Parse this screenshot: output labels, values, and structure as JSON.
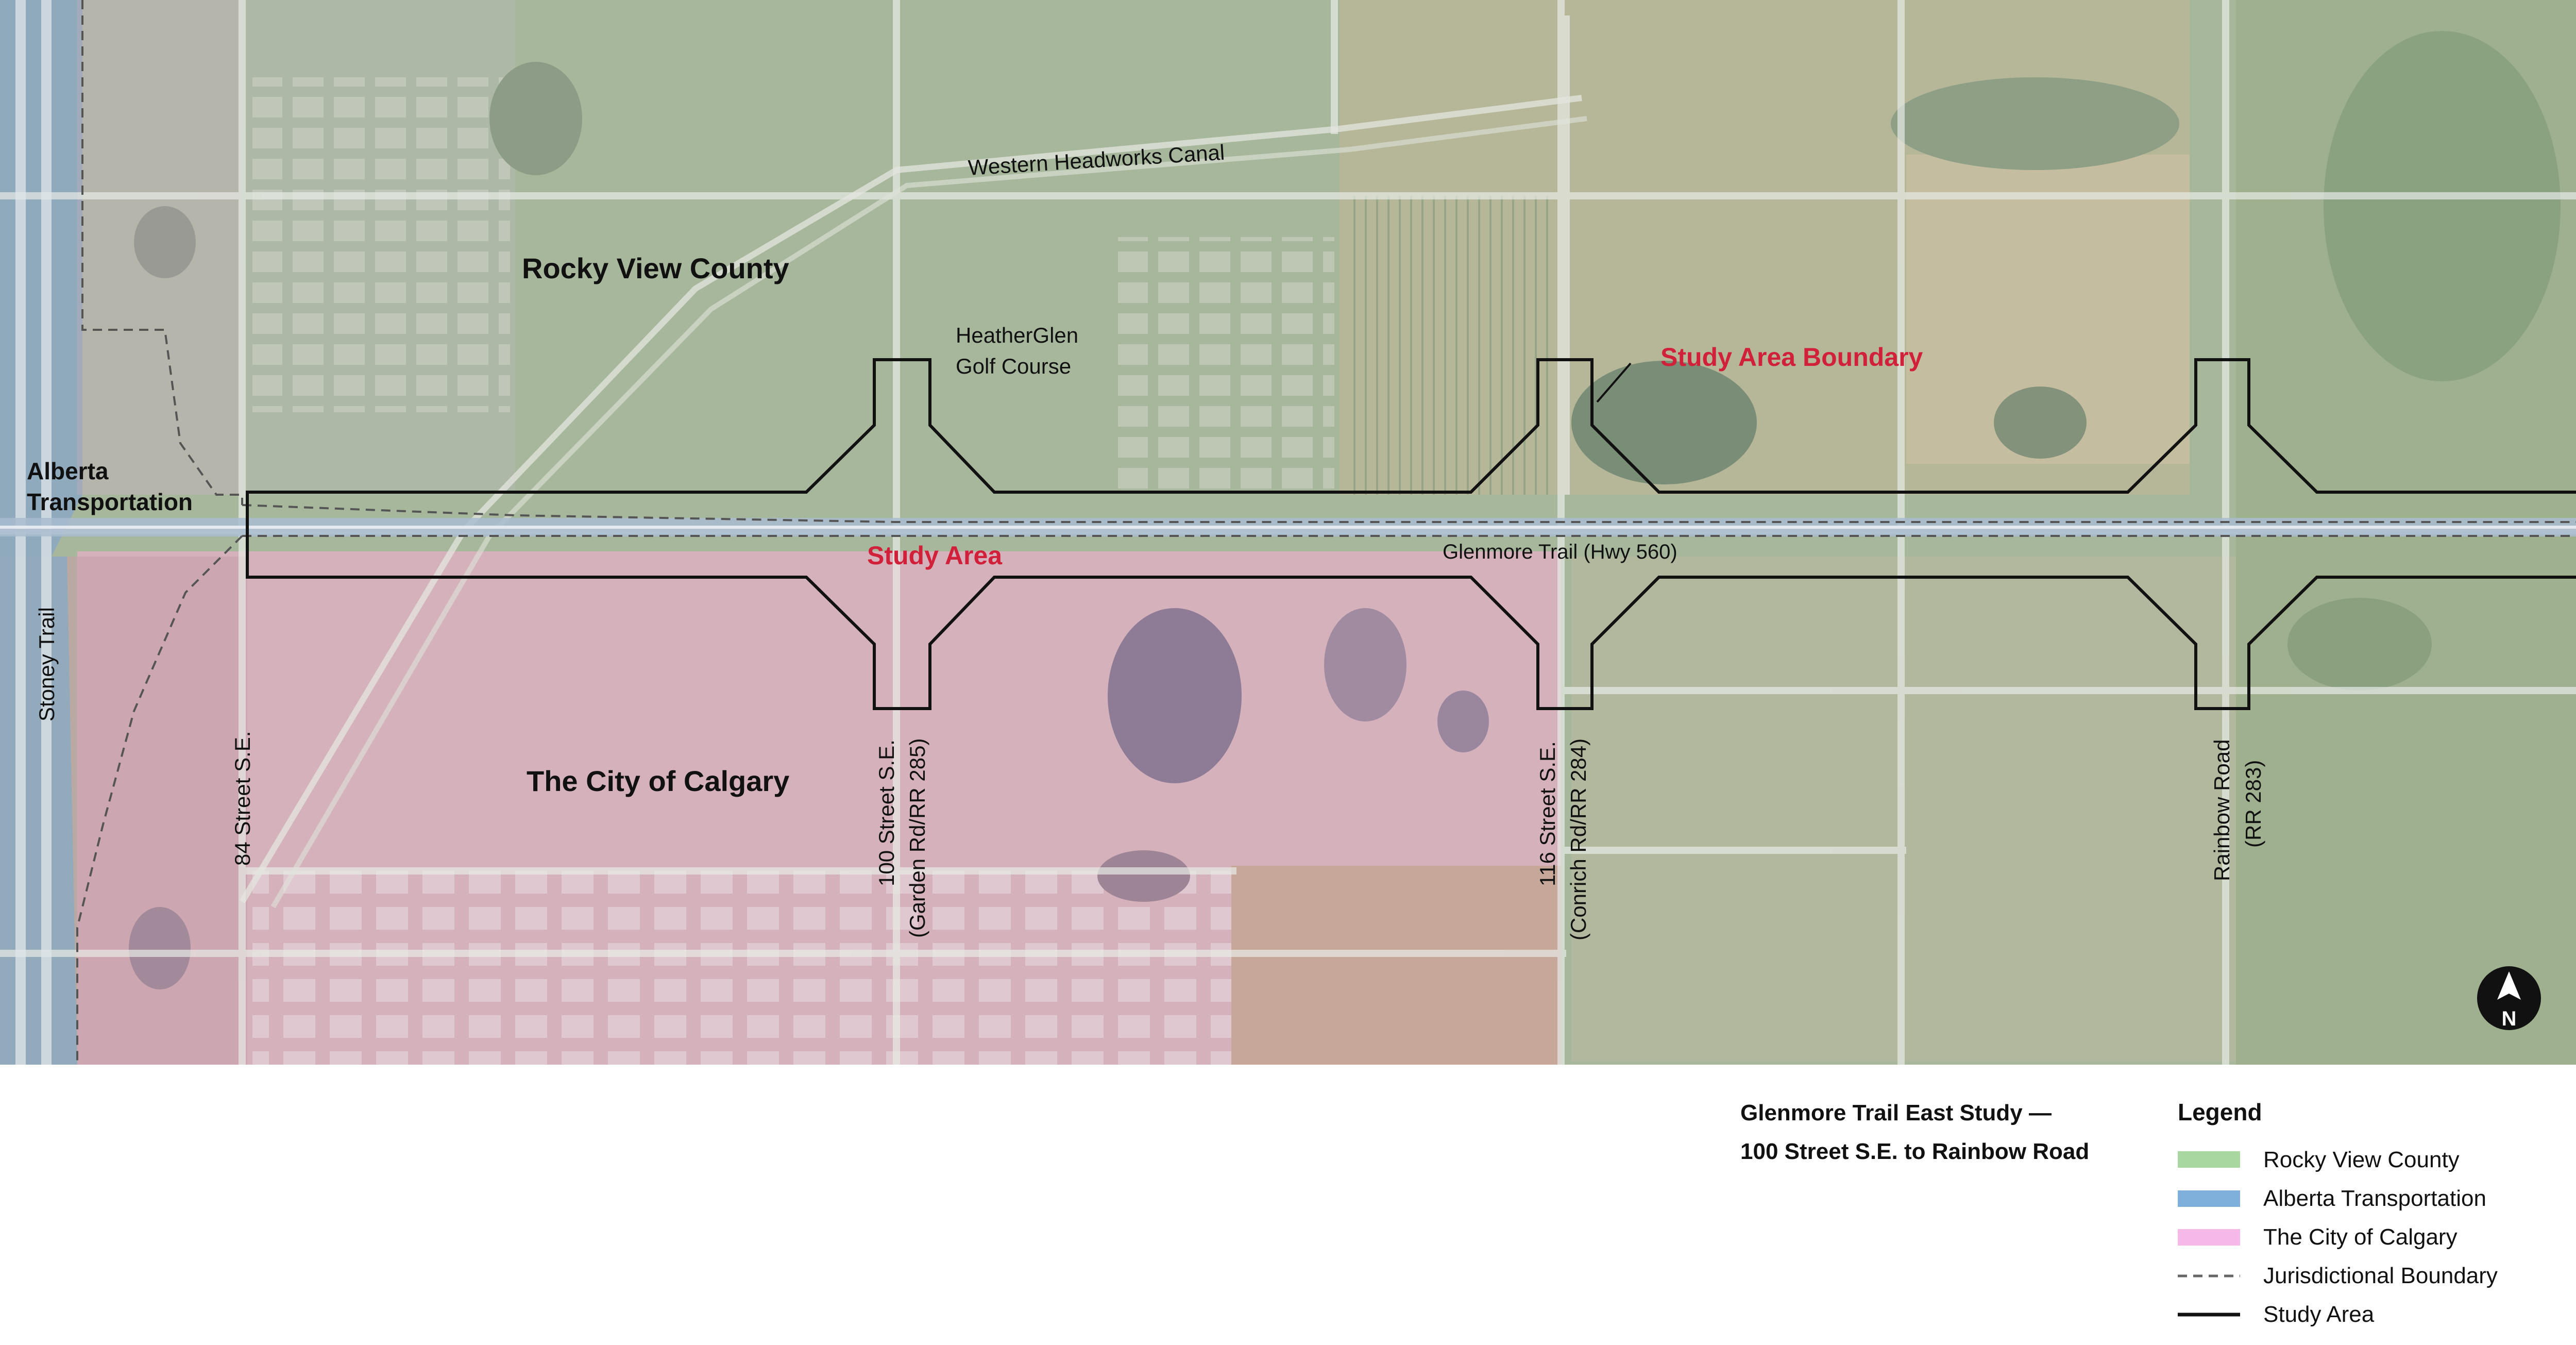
{
  "map": {
    "place_labels": {
      "rocky_view_county": "Rocky View County",
      "the_city_of_calgary": "The City of Calgary",
      "alberta_transportation_line1": "Alberta",
      "alberta_transportation_line2": "Transportation"
    },
    "feature_labels": {
      "western_headworks_canal": "Western Headworks Canal",
      "heatherglen_line1": "HeatherGlen",
      "heatherglen_line2": "Golf Course",
      "glenmore_trail": "Glenmore Trail (Hwy 560)",
      "stoney_trail": "Stoney Trail",
      "street_84": "84 Street S.E.",
      "street_100_line1": "100 Street S.E.",
      "street_100_line2": "(Garden Rd/RR 285)",
      "street_116_line1": "116 Street S.E.",
      "street_116_line2": "(Conrich Rd/RR 284)",
      "rainbow_line1": "Rainbow Road",
      "rainbow_line2": "(RR 283)"
    },
    "study_labels": {
      "study_area": "Study Area",
      "study_area_boundary": "Study Area Boundary"
    },
    "north_arrow": {
      "letter": "N",
      "icon": "north-arrow-icon"
    }
  },
  "title": {
    "line1": "Glenmore Trail East Study —",
    "line2": "100 Street S.E. to Rainbow Road"
  },
  "legend": {
    "heading": "Legend",
    "items": [
      {
        "label": "Rocky View County",
        "symbol": "fill",
        "color": "#a8d8a0"
      },
      {
        "label": "Alberta Transportation",
        "symbol": "fill",
        "color": "#7fb0dc"
      },
      {
        "label": "The City of Calgary",
        "symbol": "fill",
        "color": "#f6b8e6"
      },
      {
        "label": "Jurisdictional Boundary",
        "symbol": "dashed-line",
        "color": "#666666"
      },
      {
        "label": "Study Area",
        "symbol": "solid-line",
        "color": "#111111"
      }
    ]
  },
  "colors": {
    "study_red": "#d0203a",
    "rocky_view_tint": "#9fb896",
    "calgary_tint": "#d2aeb8",
    "alberta_tint": "#8fb0c8"
  }
}
